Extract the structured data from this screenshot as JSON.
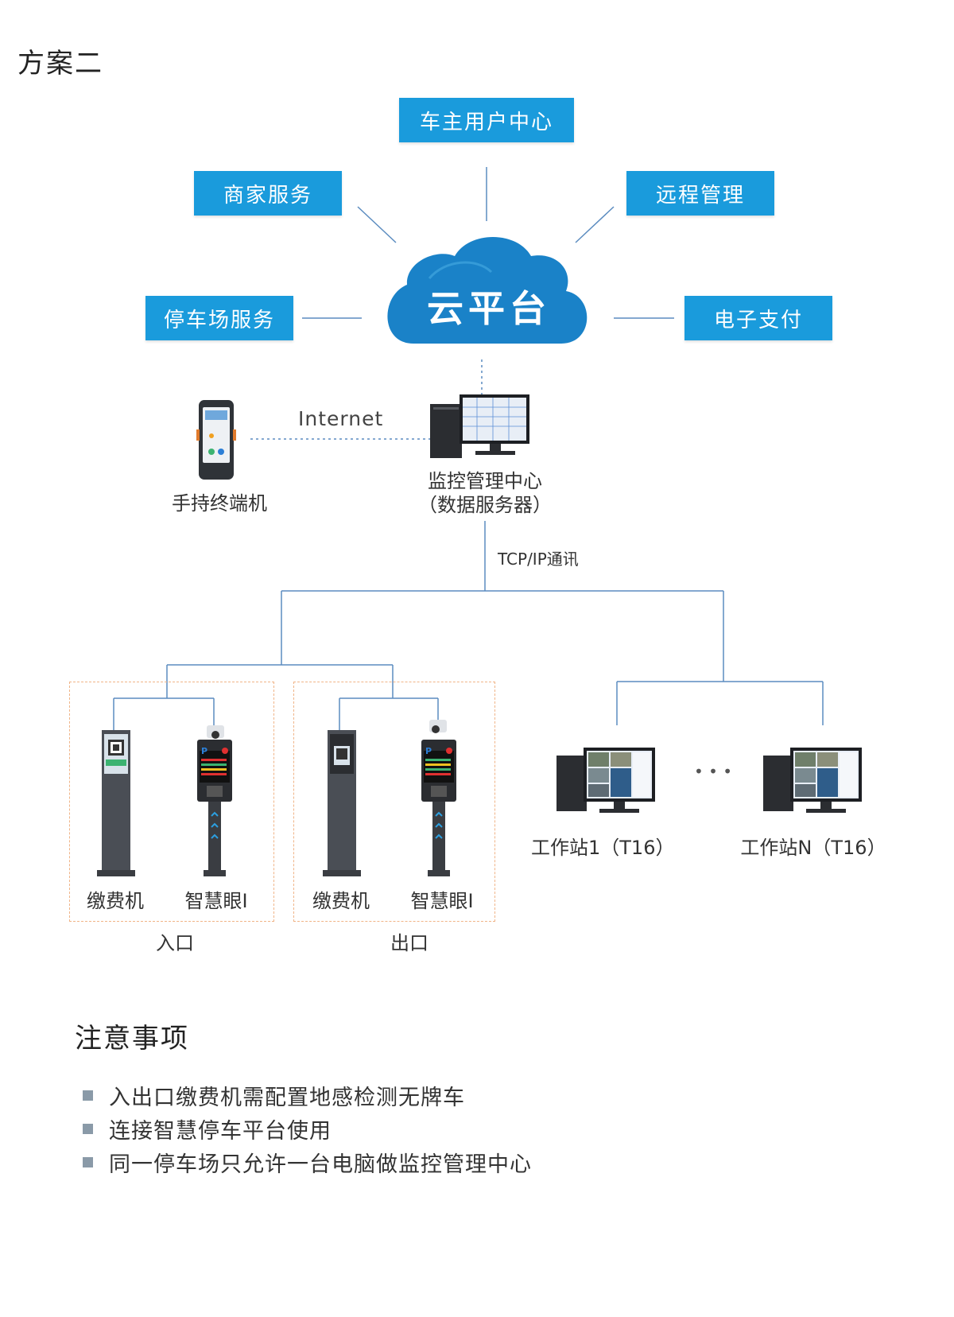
{
  "page_title": "方案二",
  "colors": {
    "accent": "#1a9bdc",
    "line": "#5b8cc0",
    "dash_box": "#f0b487"
  },
  "cloud": {
    "label": "云平台"
  },
  "services": {
    "owner_center": "车主用户中心",
    "merchant": "商家服务",
    "remote": "远程管理",
    "parking": "停车场服务",
    "payment": "电子支付"
  },
  "internet_label": "Internet",
  "handheld": {
    "label": "手持终端机",
    "icon": "handheld-terminal-icon"
  },
  "server": {
    "label_line1": "监控管理中心",
    "label_line2": "（数据服务器）",
    "icon": "desktop-computer-icon"
  },
  "tcp_label": "TCP/IP通讯",
  "entrance": {
    "group_label": "入口",
    "pay_machine": "缴费机",
    "smart_eye": "智慧眼Ⅰ"
  },
  "exit": {
    "group_label": "出口",
    "pay_machine": "缴费机",
    "smart_eye": "智慧眼Ⅰ"
  },
  "workstations": {
    "ws1": "工作站1（T16）",
    "wsn": "工作站N（T16）",
    "ellipsis": "• • •"
  },
  "notes": {
    "title": "注意事项",
    "items": [
      "入出口缴费机需配置地感检测无牌车",
      "连接智慧停车平台使用",
      "同一停车场只允许一台电脑做监控管理中心"
    ]
  }
}
